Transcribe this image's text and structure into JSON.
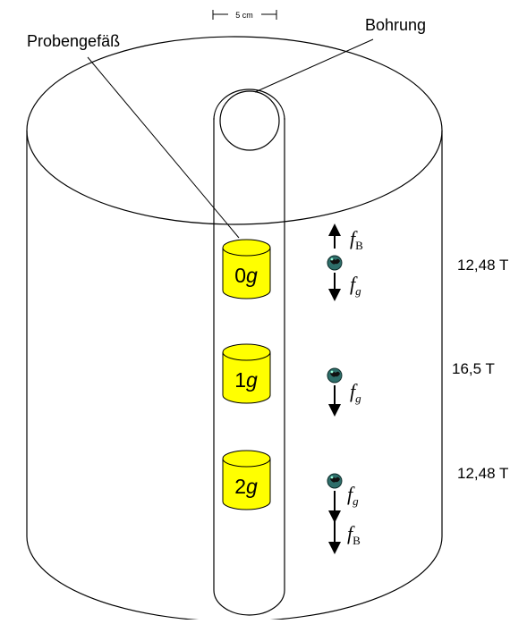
{
  "labels": {
    "sample_vessel": "Probengefäß",
    "bore": "Bohrung",
    "scale": "5 cm"
  },
  "vessels": [
    {
      "mass": "0",
      "unit": "g"
    },
    {
      "mass": "1",
      "unit": "g"
    },
    {
      "mass": "2",
      "unit": "g"
    }
  ],
  "forces": {
    "buoyancy": {
      "symbol": "f",
      "subscript": "B"
    },
    "gravity": {
      "symbol": "f",
      "subscript": "g"
    }
  },
  "fields": [
    "12,48 T",
    "16,5 T",
    "12,48 T"
  ],
  "colors": {
    "vessel_fill": "#ffff00",
    "line": "#000000",
    "frog_body": "#2e6e6a",
    "frog_dark": "#111111"
  }
}
